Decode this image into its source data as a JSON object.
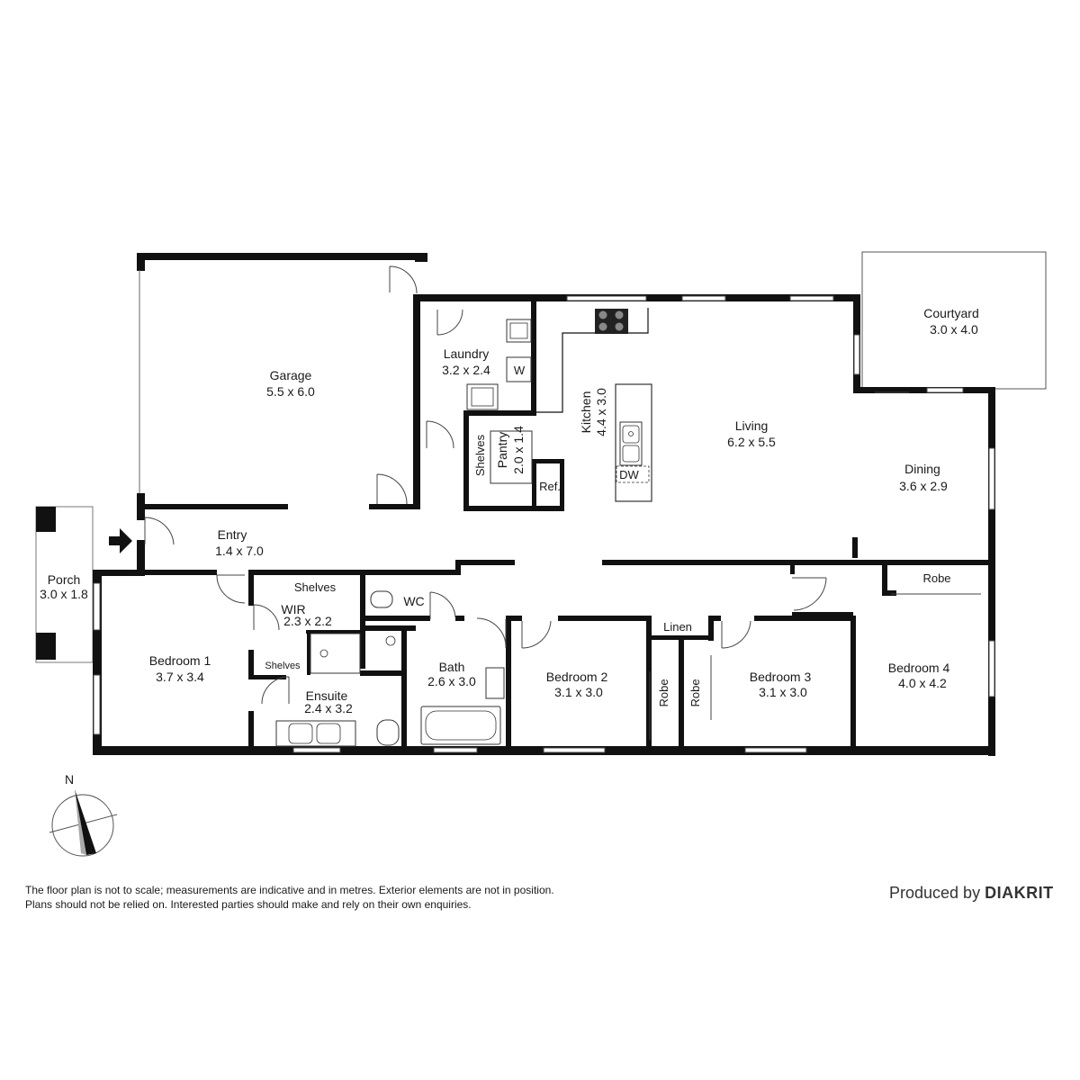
{
  "rooms": {
    "garage": {
      "name": "Garage",
      "dims": "5.5 x 6.0"
    },
    "laundry": {
      "name": "Laundry",
      "dims": "3.2 x 2.4"
    },
    "pantry": {
      "name": "Pantry",
      "dims": "2.0 x 1.4"
    },
    "kitchen": {
      "name": "Kitchen",
      "dims": "4.4 x 3.0"
    },
    "living": {
      "name": "Living",
      "dims": "6.2 x 5.5"
    },
    "courtyard": {
      "name": "Courtyard",
      "dims": "3.0 x 4.0"
    },
    "dining": {
      "name": "Dining",
      "dims": "3.6 x 2.9"
    },
    "entry": {
      "name": "Entry",
      "dims": "1.4 x 7.0"
    },
    "porch": {
      "name": "Porch",
      "dims": "3.0 x 1.8"
    },
    "bedroom1": {
      "name": "Bedroom 1",
      "dims": "3.7 x 3.4"
    },
    "wir": {
      "name": "WIR",
      "dims": "2.3 x 2.2"
    },
    "ensuite": {
      "name": "Ensuite",
      "dims": "2.4 x 3.2"
    },
    "bath": {
      "name": "Bath",
      "dims": "2.6 x 3.0"
    },
    "bedroom2": {
      "name": "Bedroom 2",
      "dims": "3.1 x 3.0"
    },
    "bedroom3": {
      "name": "Bedroom 3",
      "dims": "3.1 x 3.0"
    },
    "bedroom4": {
      "name": "Bedroom 4",
      "dims": "4.0 x 4.2"
    }
  },
  "labels": {
    "shelves_pantry": "Shelves",
    "shelves_wir": "Shelves",
    "shelves_small": "Shelves",
    "w": "W",
    "ref": "Ref.",
    "dw": "DW",
    "wc": "WC",
    "linen": "Linen",
    "robe2": "Robe",
    "robe3": "Robe",
    "robe4": "Robe",
    "north": "N"
  },
  "disclaimer": {
    "line1": "The floor plan is not to scale; measurements are indicative and in metres. Exterior elements are not in position.",
    "line2": "Plans should not be relied on. Interested parties should make and rely on their own enquiries."
  },
  "producer": {
    "prefix": "Produced by",
    "brand": "DIAKRIT"
  }
}
